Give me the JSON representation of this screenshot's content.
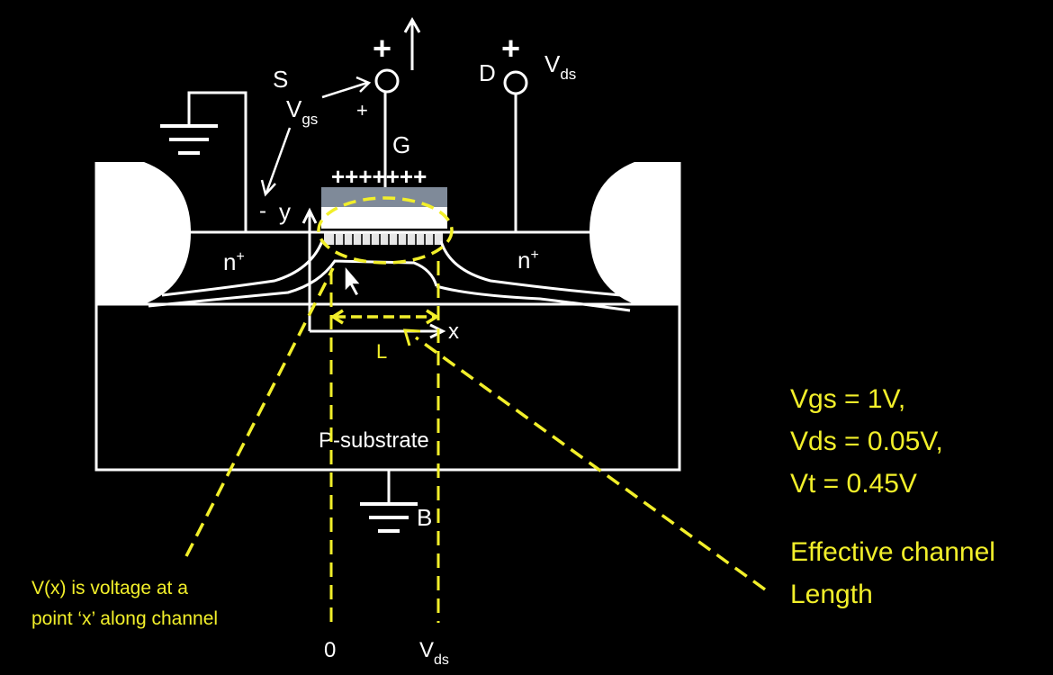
{
  "terminals": {
    "source": "S",
    "gate": "G",
    "drain": "D",
    "bulk": "B",
    "plus": "+",
    "minus": "-"
  },
  "labels": {
    "vgs_main": "V",
    "vgs_sub": "gs",
    "vds_main": "V",
    "vds_sub": "ds",
    "gate_charges": "+++++++",
    "n_plus": "n",
    "n_plus_sup": "+",
    "axis_x": "x",
    "axis_y": "y",
    "length": "L",
    "substrate": "P-substrate",
    "origin": "0"
  },
  "conditions": [
    "Vgs = 1V,",
    "Vds = 0.05V,",
    "Vt = 0.45V"
  ],
  "annotations": {
    "effective_channel": [
      "Effective channel",
      "Length"
    ],
    "voltage_note": [
      "V(x) is voltage at a",
      "point ‘x’ along channel"
    ]
  },
  "colors": {
    "background": "#000000",
    "drawing": "#ffffff",
    "highlight": "#f2ef2a",
    "gate_oxide": "#7f8a99"
  }
}
